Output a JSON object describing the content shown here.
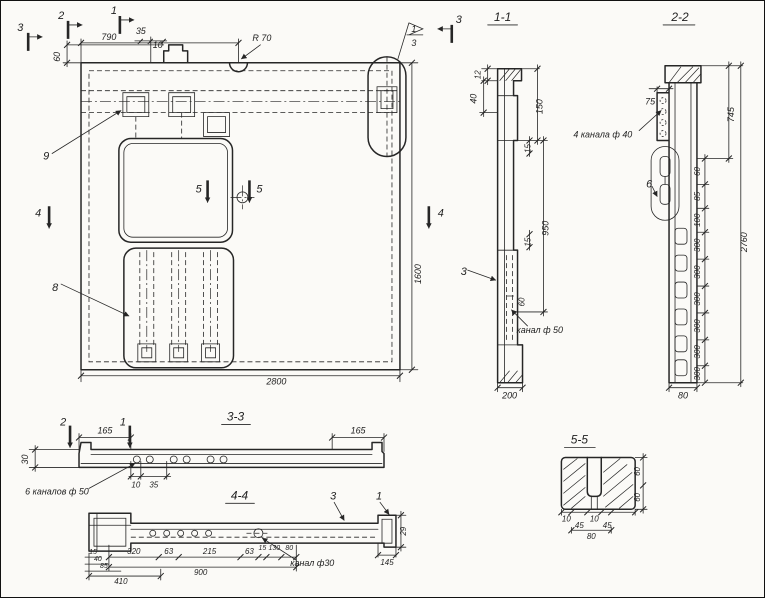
{
  "sheet": {
    "paper_color": "#fbfaf7",
    "ink_color": "#262626"
  },
  "main": {
    "marker_3_left": "3",
    "marker_2": "2",
    "marker_1": "1",
    "marker_3_right": "3",
    "marker_4_left": "4",
    "marker_4_right": "4",
    "marker_5_left": "5",
    "marker_5_right": "5",
    "callout_9": "9",
    "callout_8": "8",
    "flag_top": "1",
    "flag_bottom": "3",
    "dim_790": "790",
    "dim_35": "35",
    "dim_10": "10",
    "dim_60": "60",
    "radius": "R 70",
    "dim_2800": "2800",
    "dim_1600": "1600"
  },
  "s11": {
    "title": "1-1",
    "dim_12": "12",
    "dim_40": "40",
    "dim_150": "150",
    "dim_950": "950",
    "dim_15a": "15",
    "dim_15b": "15",
    "dim_60": "60",
    "dim_200": "200",
    "callout_3": "3",
    "channel_label": "канал ф 50"
  },
  "s22": {
    "title": "2-2",
    "dim_75": "75",
    "dim_745": "745",
    "channels_label": "4 канала ф 40",
    "callout_6": "6",
    "dim_60": "60",
    "dim_85": "85",
    "dim_100": "100",
    "d300": [
      "300",
      "300",
      "300",
      "300",
      "300",
      "300"
    ],
    "dim_2760": "2760",
    "dim_80": "80"
  },
  "s33": {
    "title": "3-3",
    "marker_2": "2",
    "marker_1": "1",
    "dim_165_left": "165",
    "dim_165_right": "165",
    "dim_30": "30",
    "dim_10": "10",
    "dim_35": "35",
    "channels_label": "6 каналов ф 50"
  },
  "s44": {
    "title": "4-4",
    "callout_3": "3",
    "callout_1": "1",
    "channel_label": "канал ф30",
    "dim_15_left": "15",
    "dim_40": "40",
    "dim_85": "85",
    "dim_320": "320",
    "dim_63a": "63",
    "dim_215": "215",
    "dim_63b": "63",
    "dim_15b": "15",
    "dim_130": "130",
    "dim_80": "80",
    "dim_900": "900",
    "dim_410": "410",
    "dim_29": "29",
    "dim_145": "145"
  },
  "s55": {
    "title": "5-5",
    "dim_10a": "10",
    "dim_45a": "45",
    "dim_10b": "10",
    "dim_45b": "45",
    "dim_80": "80",
    "dim_60a": "60",
    "dim_60b": "60"
  }
}
